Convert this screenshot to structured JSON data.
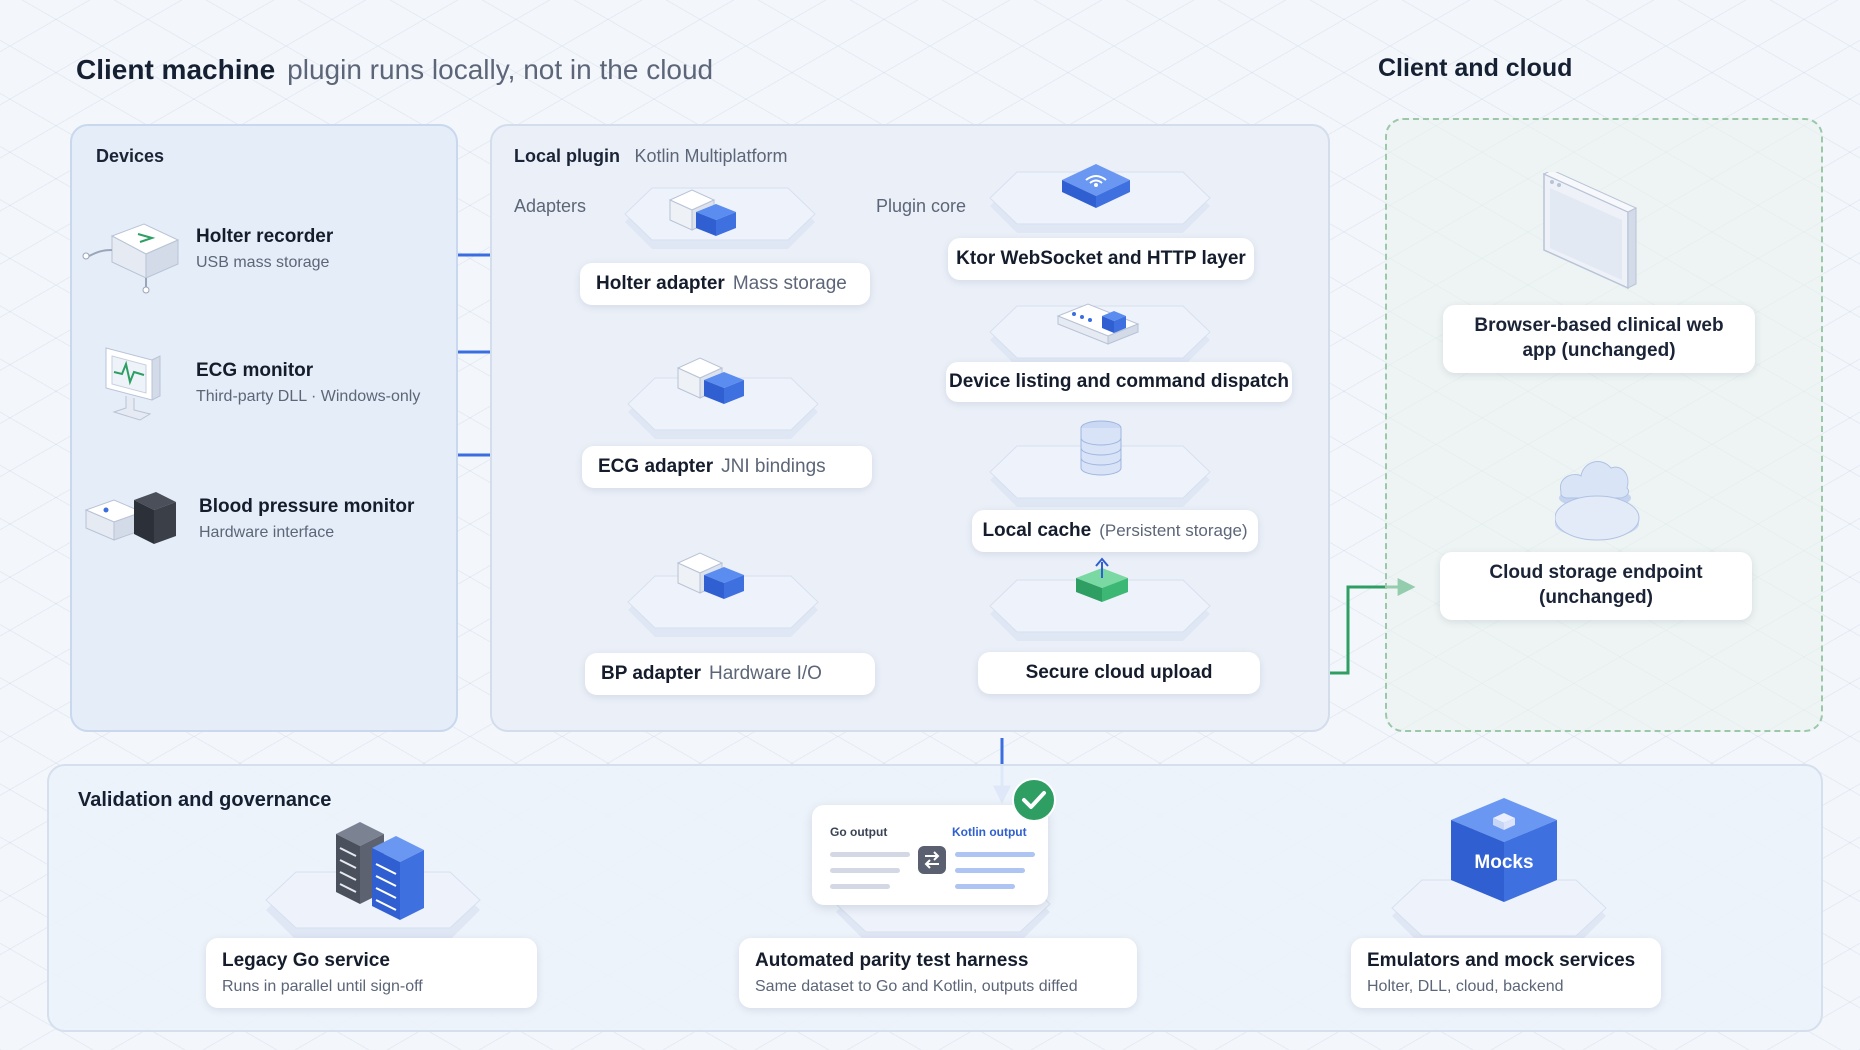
{
  "headings": {
    "client_machine": "Client machine",
    "client_machine_sub": "plugin runs locally, not in the cloud",
    "client_cloud": "Client and cloud",
    "validation": "Validation and governance"
  },
  "devices": {
    "title": "Devices",
    "items": [
      {
        "name": "Holter recorder",
        "detail": "USB mass storage"
      },
      {
        "name": "ECG monitor",
        "detail": "Third-party DLL · Windows-only"
      },
      {
        "name": "Blood pressure monitor",
        "detail": "Hardware interface"
      }
    ]
  },
  "plugin": {
    "title": "Local plugin",
    "subtitle": "Kotlin Multiplatform",
    "adapters_label": "Adapters",
    "core_label": "Plugin core",
    "adapters": [
      {
        "name": "Holter adapter",
        "detail": "Mass storage"
      },
      {
        "name": "ECG adapter",
        "detail": "JNI bindings"
      },
      {
        "name": "BP adapter",
        "detail": "Hardware I/O"
      }
    ],
    "core": [
      {
        "name": "Ktor WebSocket and HTTP layer"
      },
      {
        "name": "Device listing and command dispatch"
      },
      {
        "name": "Local cache",
        "detail": "(Persistent storage)"
      },
      {
        "name": "Secure cloud upload"
      }
    ]
  },
  "cloud": {
    "items": [
      {
        "name": "Browser-based clinical web app (unchanged)"
      },
      {
        "name": "Cloud storage endpoint (unchanged)"
      }
    ]
  },
  "validation": {
    "items": [
      {
        "name": "Legacy Go service",
        "detail": "Runs in parallel until sign-off"
      },
      {
        "name": "Automated parity test harness",
        "detail": "Same dataset to Go and Kotlin, outputs diffed"
      },
      {
        "name": "Emulators and mock services",
        "detail": "Holter, DLL, cloud, backend"
      }
    ],
    "parity": {
      "left": "Go output",
      "right": "Kotlin output",
      "swap_icon": "swap-icon",
      "status_icon": "check-icon"
    },
    "mocks_label": "Mocks"
  },
  "colors": {
    "blue": "#3a6ee0",
    "green": "#2e9e63",
    "panel": "#e5edf8"
  }
}
